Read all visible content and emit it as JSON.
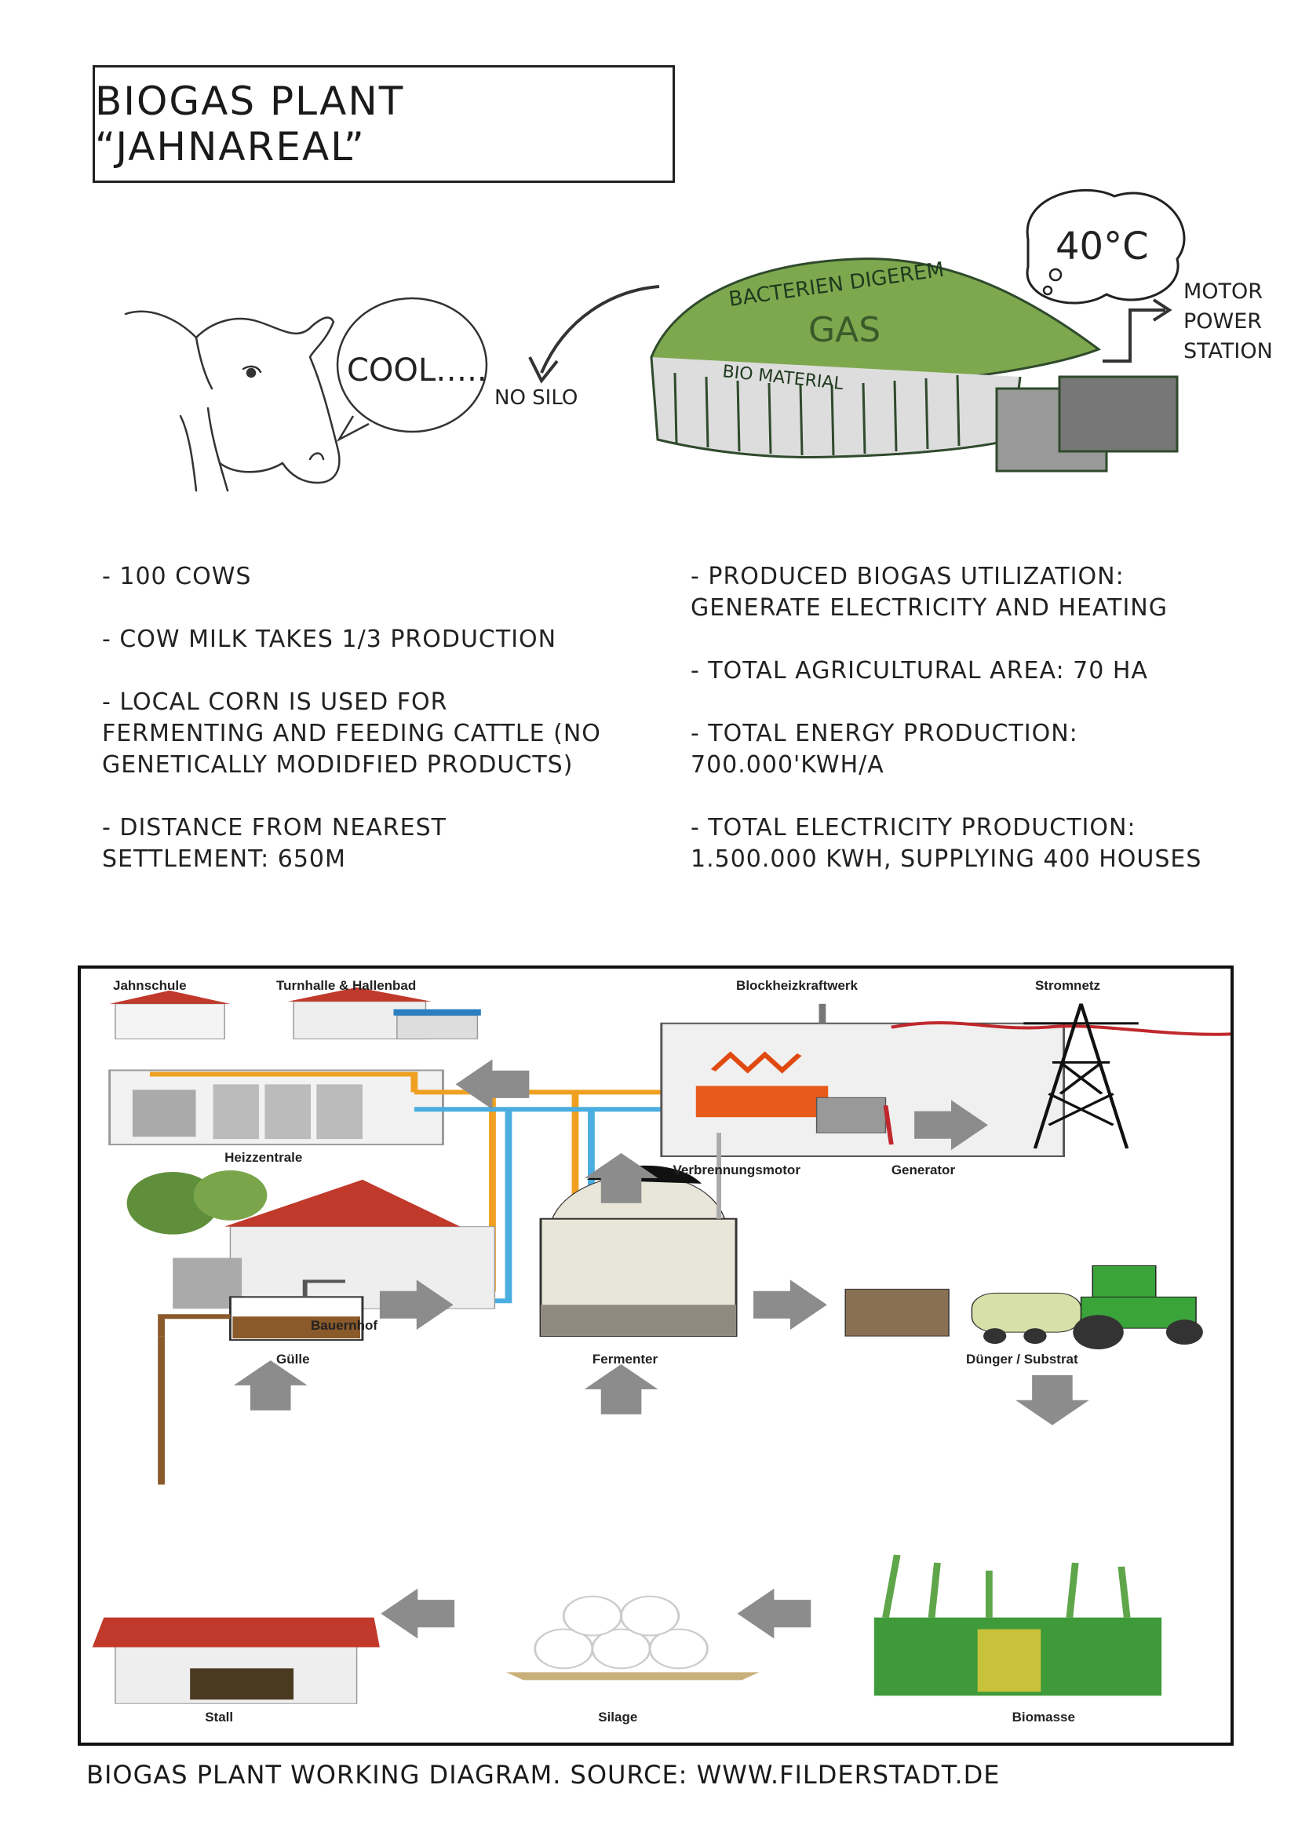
{
  "title": "BIOGAS PLANT “JAHNAREAL”",
  "sketch": {
    "cow_speech": "COOL…..",
    "no_silo": "NO SILO",
    "thought_temp": "40°C",
    "dome_text_top": "BACTERIEN DIGEREM",
    "dome_text_mid": "GAS",
    "dome_text_bottom": "BIO MATERIAL",
    "outputs": [
      "MOTOR",
      "POWER",
      "STATION"
    ]
  },
  "facts_left": [
    "- 100 COWS",
    "- COW MILK TAKES 1/3 PRODUCTION",
    "- LOCAL CORN IS USED FOR FERMENTING AND FEEDING CATTLE (NO GENETICALLY MODIDFIED PRODUCTS)",
    "- DISTANCE FROM NEAREST SETTLEMENT: 650M"
  ],
  "facts_right": [
    "- PRODUCED BIOGAS UTILIZATION: GENERATE ELECTRICITY AND HEATING",
    "- TOTAL AGRICULTURAL AREA: 70 HA",
    "- TOTAL ENERGY PRODUCTION: 700.000'KWH/A",
    "- TOTAL ELECTRICITY PRODUCTION: 1.500.000 KWH, SUPPLYING 400 HOUSES"
  ],
  "diagram": {
    "labels": {
      "jahnschule": "Jahnschule",
      "turnhalle": "Turnhalle & Hallenbad",
      "heizzentrale": "Heizzentrale",
      "bauernhof": "Bauernhof",
      "blockheizkraftwerk": "Blockheizkraftwerk",
      "verbrennungsmotor": "Verbrennungsmotor",
      "generator": "Generator",
      "stromnetz": "Stromnetz",
      "guelle": "Gülle",
      "fermenter": "Fermenter",
      "duenger": "Dünger / Substrat",
      "stall": "Stall",
      "silage": "Silage",
      "biomasse": "Biomasse"
    },
    "colors": {
      "hot_pipe": "#f0a020",
      "cold_pipe": "#4aaee0",
      "arrow": "#8c8c8c",
      "roof": "#c0392b",
      "power_line": "#c0282d",
      "manure": "#8a5a2b"
    }
  },
  "caption": "BIOGAS PLANT WORKING DIAGRAM. SOURCE: WWW.FILDERSTADT.DE"
}
